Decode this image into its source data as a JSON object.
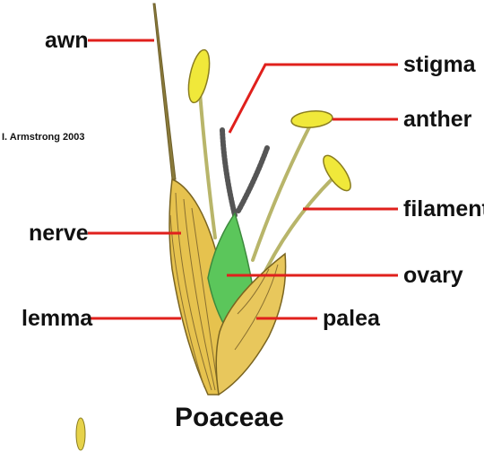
{
  "diagram": {
    "credit": "I. Armstrong 2003",
    "family": "Poaceae",
    "labels": {
      "awn": "awn",
      "stigma": "stigma",
      "anther": "anther",
      "filament": "filament",
      "nerve": "nerve",
      "ovary": "ovary",
      "lemma": "lemma",
      "palea": "palea"
    }
  },
  "colors": {
    "leader_line": "#e0201c",
    "lemma_fill": "#e6c24e",
    "palea_fill": "#e8c75c",
    "ovary_fill": "#5bc65b",
    "anther_fill": "#f0e83a",
    "filament": "#c9c77a",
    "stigma": "#555555",
    "outline": "#7a6420"
  }
}
